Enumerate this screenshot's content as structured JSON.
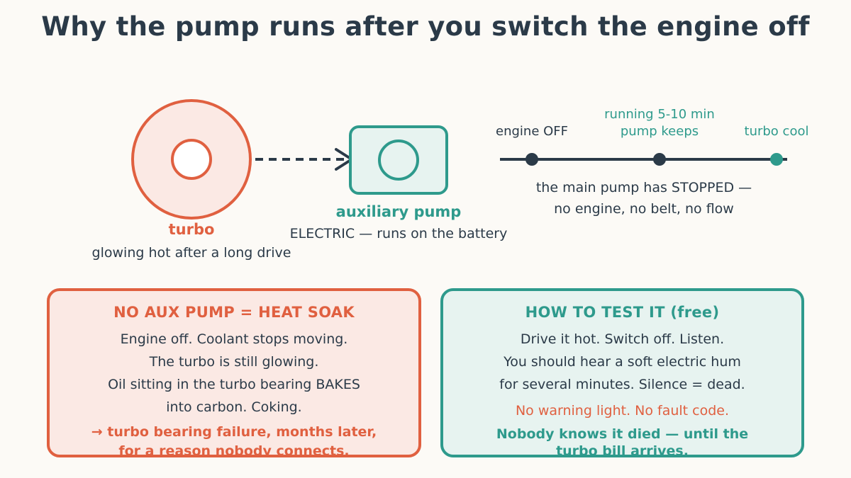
{
  "title": "Why the pump runs after you switch the engine off",
  "turbo": {
    "name": "turbo",
    "subtitle": "glowing hot after a long drive"
  },
  "aux_pump": {
    "name": "auxiliary pump",
    "subtitle": "ELECTRIC — runs on the battery"
  },
  "timeline": {
    "points": [
      {
        "label": "engine OFF"
      },
      {
        "label_line1": "running 5-10 min",
        "label_line2": "pump keeps"
      },
      {
        "label": "turbo cool"
      }
    ],
    "note_line1": "the main pump has STOPPED —",
    "note_line2": "no engine, no belt, no flow"
  },
  "left_card": {
    "title": "NO AUX PUMP = HEAT SOAK",
    "lines": [
      "Engine off. Coolant stops moving.",
      "The turbo is still glowing.",
      "Oil sitting in the turbo bearing BAKES",
      "into carbon. Coking."
    ],
    "result_line1": "→ turbo bearing failure, months later,",
    "result_line2": "for a reason nobody connects."
  },
  "right_card": {
    "title": "HOW TO TEST IT (free)",
    "lines": [
      "Drive it hot. Switch off. Listen.",
      "You should hear a soft electric hum",
      "for several minutes. Silence = dead."
    ],
    "warning": "No warning light. No fault code.",
    "result_line1": "Nobody knows it died — until the",
    "result_line2": "turbo bill arrives."
  },
  "colors": {
    "navy": "#2b3a48",
    "orange": "#e06040",
    "teal": "#2e9a8c",
    "orange_fill": "#fbe9e4",
    "teal_fill": "#e7f3f0",
    "background": "#fcfaf6"
  }
}
